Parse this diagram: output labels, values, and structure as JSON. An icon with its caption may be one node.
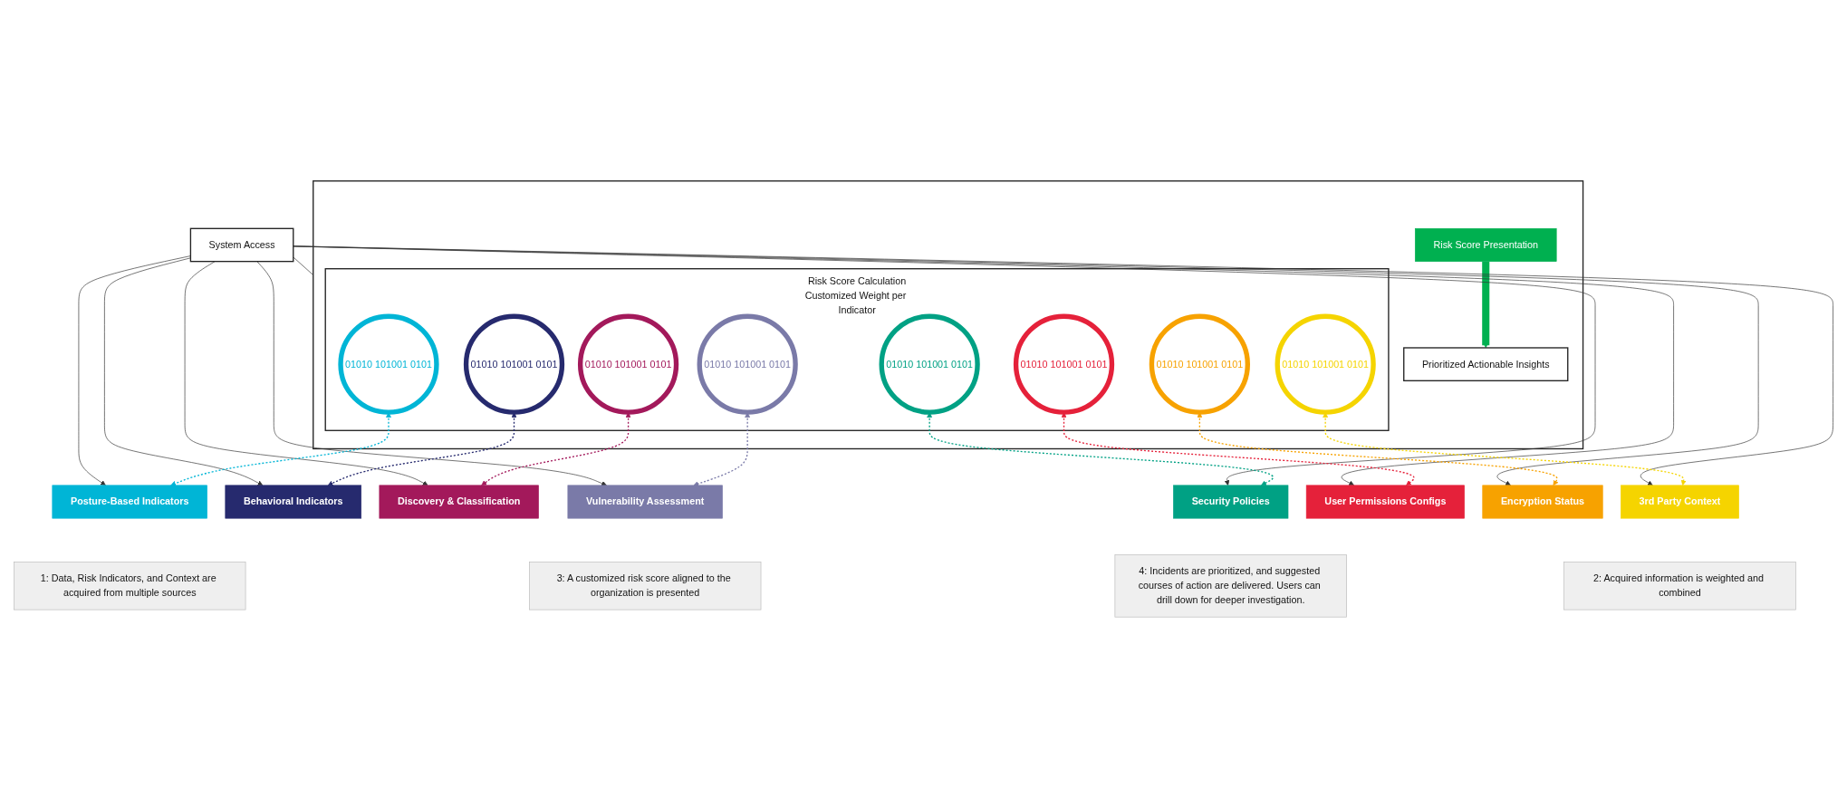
{
  "diagram": {
    "nodes": [
      {
        "text": [
          "3: A customized risk score aligned to the organization is presented"
        ]
      },
      {
        "text": [
          "4: Incidents are prioritized, and suggested courses of action are delivered. Users can drill down for deeper investigation."
        ]
      },
      {
        "text": [],
        "shape": "box"
      },
      {
        "text": [
          "Risk Score Presentation"
        ],
        "in": 2
      },
      {
        "text": [
          "Prioritized Actionable Insights"
        ],
        "in": 2
      },
      {
        "text": [
          "System Access"
        ]
      },
      {
        "text": [
          "Risk Score Calculation",
          "Customized Weight per Indicator"
        ],
        "in": 2
      },
      {
        "text": [
          "01010 101001 0101"
        ],
        "in": 6
      },
      {
        "text": [
          "01010 101001 0101"
        ],
        "in": 6
      },
      {
        "text": [
          "01010 101001 0101"
        ],
        "in": 6
      },
      {
        "text": [
          "01010 101001 0101"
        ],
        "in": 6
      },
      {
        "text": [
          "01010 101001 0101"
        ],
        "in": 6
      },
      {
        "text": [
          "01010 101001 0101"
        ],
        "in": 6
      },
      {
        "text": [
          "01010 101001 0101"
        ],
        "in": 6
      },
      {
        "text": [
          "01010 101001 0101"
        ],
        "in": 6
      },
      {
        "text": [
          "2: Acquired information is weighted and combined"
        ]
      },
      {
        "text": [
          "1: Data, Risk Indicators, and Context are acquired from multiple sources"
        ]
      },
      {
        "text": [
          "Posture-Based Indicators"
        ]
      },
      {
        "text": [
          "Behavioral Indicators"
        ]
      },
      {
        "text": [
          "Discovery & Classification"
        ]
      },
      {
        "text": [
          "Vulnerability Assessment"
        ]
      },
      {
        "text": [
          "Security Policies"
        ]
      },
      {
        "text": [
          "User Permissions Configs"
        ]
      },
      {
        "text": [
          "Encryption Status"
        ]
      },
      {
        "text": [
          "3rd Party Context"
        ]
      }
    ],
    "edges": [
      {
        "from": 5,
        "to": 2,
        "arrow": "none"
      },
      {
        "from": 3,
        "to": 4,
        "arrow": "to",
        "style": "thick",
        "color": "#00b050"
      },
      {
        "from": 5,
        "to": 17,
        "arrow": "to"
      },
      {
        "from": 5,
        "to": 18,
        "arrow": "to"
      },
      {
        "from": 5,
        "to": 19,
        "arrow": "to"
      },
      {
        "from": 5,
        "to": 20,
        "arrow": "to"
      },
      {
        "from": 5,
        "to": 21,
        "arrow": "to"
      },
      {
        "from": 5,
        "to": 22,
        "arrow": "to"
      },
      {
        "from": 5,
        "to": 23,
        "arrow": "to"
      },
      {
        "from": 5,
        "to": 24,
        "arrow": "to"
      },
      {
        "from": 7,
        "to": 17,
        "arrow": "both",
        "style": "dashed",
        "color": "#00b5d6"
      },
      {
        "from": 8,
        "to": 18,
        "arrow": "both",
        "style": "dashed",
        "color": "#262a6e"
      },
      {
        "from": 9,
        "to": 19,
        "arrow": "both",
        "style": "dashed",
        "color": "#a3195b"
      },
      {
        "from": 10,
        "to": 20,
        "arrow": "both",
        "style": "dashed",
        "color": "#7a7aa8"
      },
      {
        "from": 11,
        "to": 21,
        "arrow": "both",
        "style": "dashed",
        "color": "#00a184"
      },
      {
        "from": 12,
        "to": 22,
        "arrow": "both",
        "style": "dashed",
        "color": "#e5213a"
      },
      {
        "from": 13,
        "to": 23,
        "arrow": "both",
        "style": "dashed",
        "color": "#f7a200"
      },
      {
        "from": 14,
        "to": 24,
        "arrow": "both",
        "style": "dashed",
        "color": "#f5d400"
      }
    ]
  }
}
